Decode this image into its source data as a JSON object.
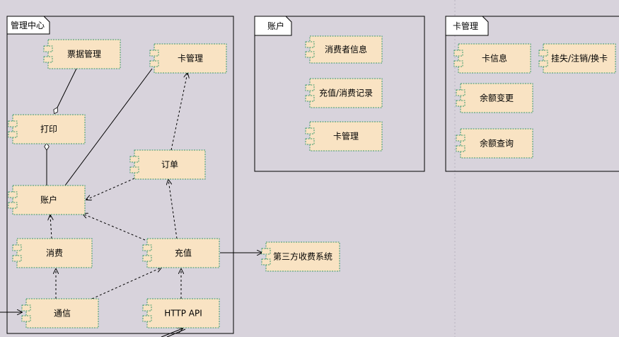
{
  "packages": [
    {
      "id": "mgmt",
      "label": "管理中心"
    },
    {
      "id": "account",
      "label": "账户"
    },
    {
      "id": "card",
      "label": "卡管理"
    }
  ],
  "components": [
    {
      "id": "ticket",
      "label": "票据管理"
    },
    {
      "id": "cardmgmt",
      "label": "卡管理"
    },
    {
      "id": "print",
      "label": "打印"
    },
    {
      "id": "order",
      "label": "订单"
    },
    {
      "id": "acct",
      "label": "账户"
    },
    {
      "id": "consume",
      "label": "消费"
    },
    {
      "id": "recharge",
      "label": "充值"
    },
    {
      "id": "comm",
      "label": "通信"
    },
    {
      "id": "httpapi",
      "label": "HTTP API"
    },
    {
      "id": "thirdparty",
      "label": "第三方收费系统"
    },
    {
      "id": "consumerinfo",
      "label": "消费者信息"
    },
    {
      "id": "records",
      "label": "充值/消费记录"
    },
    {
      "id": "acctcard",
      "label": "卡管理"
    },
    {
      "id": "cardinfo",
      "label": "卡信息"
    },
    {
      "id": "loss",
      "label": "挂失/注销/换卡"
    },
    {
      "id": "balchange",
      "label": "余额变更"
    },
    {
      "id": "balquery",
      "label": "余额查询"
    }
  ]
}
